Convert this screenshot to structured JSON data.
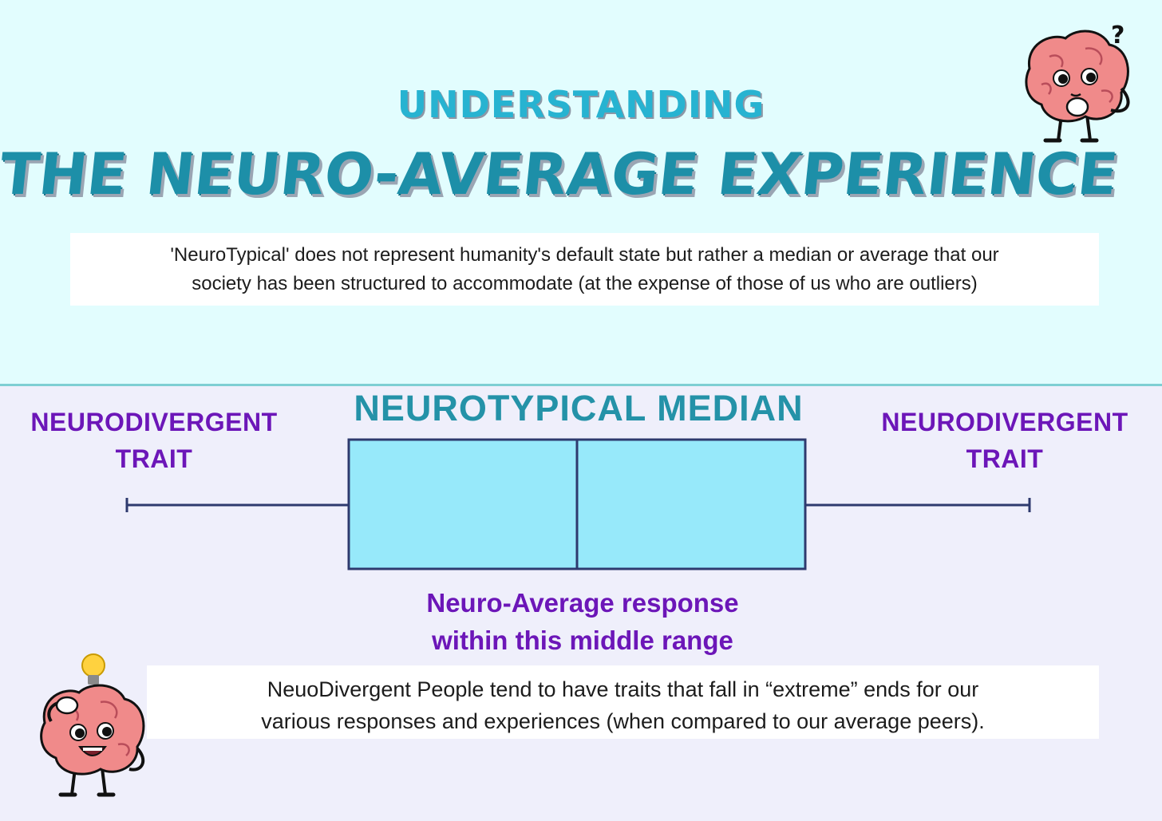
{
  "header": {
    "kicker": "UNDERSTANDING",
    "title": "THE NEURO-AVERAGE EXPERIENCE"
  },
  "intro": {
    "line1": "'NeuroTypical' does not represent humanity's default state but rather a median or average that our",
    "line2": "society has been structured to accommodate (at the expense of those of us who are outliers)"
  },
  "diagram": {
    "center_label": "NEUROTYPICAL MEDIAN",
    "left_trait": {
      "line1": "NEURODIVERGENT",
      "line2": "TRAIT"
    },
    "right_trait": {
      "line1": "NEURODIVERGENT",
      "line2": "TRAIT"
    },
    "range_label": {
      "line1": "Neuro-Average response",
      "line2": "within this middle range"
    },
    "box_fill": "#97e9fa",
    "line_color": "#2e3a6e"
  },
  "footer_note": {
    "line1": "NeuoDivergent People tend to have traits that fall in “extreme” ends for our",
    "line2": "various responses and experiences (when compared to our average peers)."
  },
  "mascots": {
    "top_right": "thinking-brain-icon",
    "bottom_left": "idea-brain-icon"
  },
  "colors": {
    "top_background": "#e2fdfe",
    "bottom_background": "#efeffb",
    "title": "#1d8fa8",
    "accent_purple": "#6c16b8"
  }
}
